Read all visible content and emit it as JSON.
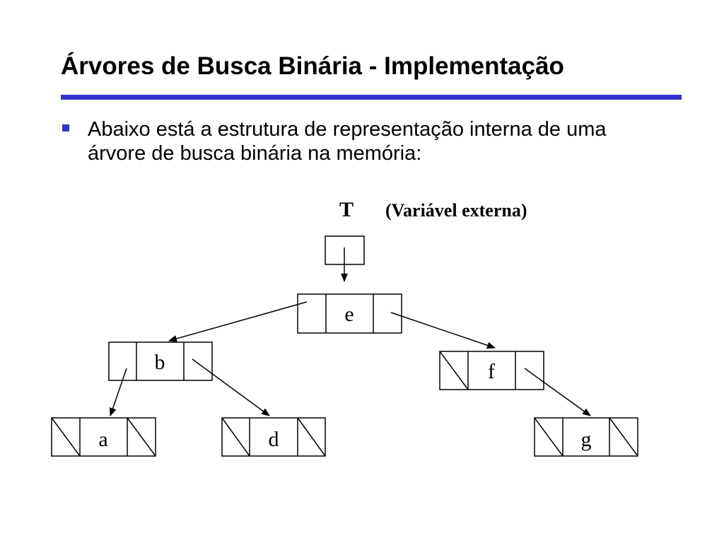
{
  "slide": {
    "title": "Árvores de Busca Binária - Implementação",
    "bullet": "Abaixo está a estrutura de representação interna de uma árvore de busca binária na memória:"
  },
  "diagram": {
    "root_pointer": {
      "label": "T",
      "note": "(Variável externa)"
    },
    "nodes": [
      {
        "key": "e",
        "left": "b",
        "right": "f"
      },
      {
        "key": "b",
        "left": "a",
        "right": "d"
      },
      {
        "key": "f",
        "left": null,
        "right": "g"
      },
      {
        "key": "a",
        "left": null,
        "right": null
      },
      {
        "key": "d",
        "left": null,
        "right": null
      },
      {
        "key": "g",
        "left": null,
        "right": null
      }
    ]
  },
  "colors": {
    "accent": "#3333cc",
    "text": "#000000",
    "background": "#ffffff"
  }
}
